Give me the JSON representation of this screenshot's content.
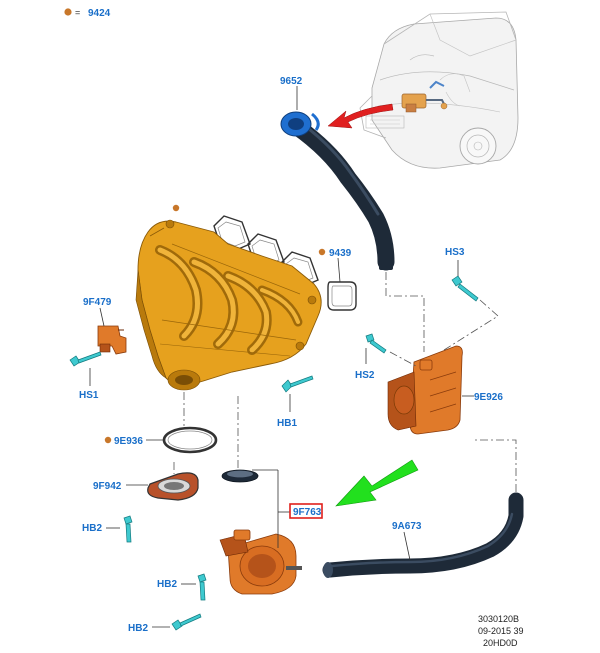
{
  "legend": {
    "dot_color": "#c8772a",
    "equals": "=",
    "part": "9424"
  },
  "labels": {
    "hose_upper": "9652",
    "manifold_gasket": "9439",
    "sensor_9f479": "9F479",
    "bolt_hs1": "HS1",
    "bolt_hb1": "HB1",
    "bolt_hs2": "HS2",
    "bolt_hs3": "HS3",
    "module_9e926": "9E926",
    "seal_9e936": "9E936",
    "gasket_9f942": "9F942",
    "bolt_hb2_a": "HB2",
    "bolt_hb2_b": "HB2",
    "bolt_hb2_c": "HB2",
    "throttle_9f763": "9F763",
    "hose_lower": "9A673"
  },
  "reference": {
    "code": "3030120B",
    "date": "09-2015 39",
    "model": "20HD0D"
  },
  "colors": {
    "label_blue": "#1a6fc9",
    "part_orange": "#e07a2a",
    "manifold_gold": "#e6a11e",
    "bolt_cyan": "#3ec9cf",
    "hose_dark": "#1e2a38",
    "hose_blue_end": "#1f6fd0",
    "highlight_box": "#e0201c",
    "arrow_green": "#22e01e",
    "arrow_red": "#e02020"
  },
  "icons": {
    "legend_dot": "part-marker-dot",
    "callout_arrow": "green-pointer-arrow",
    "location_arrow": "red-location-arrow"
  }
}
